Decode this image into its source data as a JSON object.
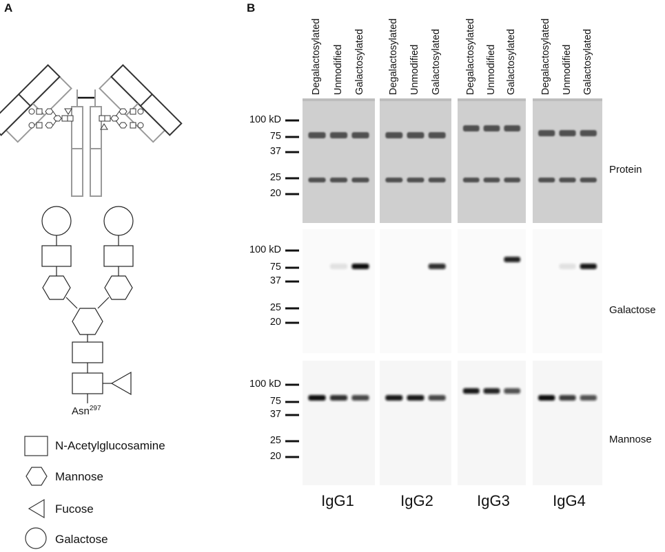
{
  "panels": {
    "a_label": "A",
    "b_label": "B"
  },
  "glycan": {
    "anchor_residue": "Asn",
    "anchor_position": "297"
  },
  "legend": [
    {
      "shape": "square-icon",
      "label": "N-Acetylglucosamine"
    },
    {
      "shape": "hexagon-icon",
      "label": "Mannose"
    },
    {
      "shape": "triangle-icon",
      "label": "Fucose"
    },
    {
      "shape": "circle-icon",
      "label": "Galactose"
    }
  ],
  "lanes": [
    "Degalactosylated",
    "Unmodified",
    "Galactosylated"
  ],
  "isotypes": [
    "IgG1",
    "IgG2",
    "IgG3",
    "IgG4"
  ],
  "detections": [
    "Protein",
    "Galactose",
    "Mannose"
  ],
  "markers": [
    "100 kD",
    "75",
    "37",
    "25",
    "20"
  ],
  "band_intensity": {
    "Protein": {
      "IgG1": [
        1,
        1,
        1
      ],
      "IgG2": [
        1,
        1,
        1
      ],
      "IgG3": [
        1,
        1,
        1
      ],
      "IgG4": [
        1,
        1,
        1
      ]
    },
    "Galactose": {
      "IgG1": [
        0,
        0.1,
        1
      ],
      "IgG2": [
        0,
        0,
        0.85
      ],
      "IgG3": [
        0,
        0,
        0.9
      ],
      "IgG4": [
        0,
        0.1,
        0.95
      ]
    },
    "Mannose": {
      "IgG1": [
        1,
        0.85,
        0.75
      ],
      "IgG2": [
        0.95,
        0.95,
        0.75
      ],
      "IgG3": [
        0.95,
        0.9,
        0.7
      ],
      "IgG4": [
        1,
        0.8,
        0.7
      ]
    }
  }
}
